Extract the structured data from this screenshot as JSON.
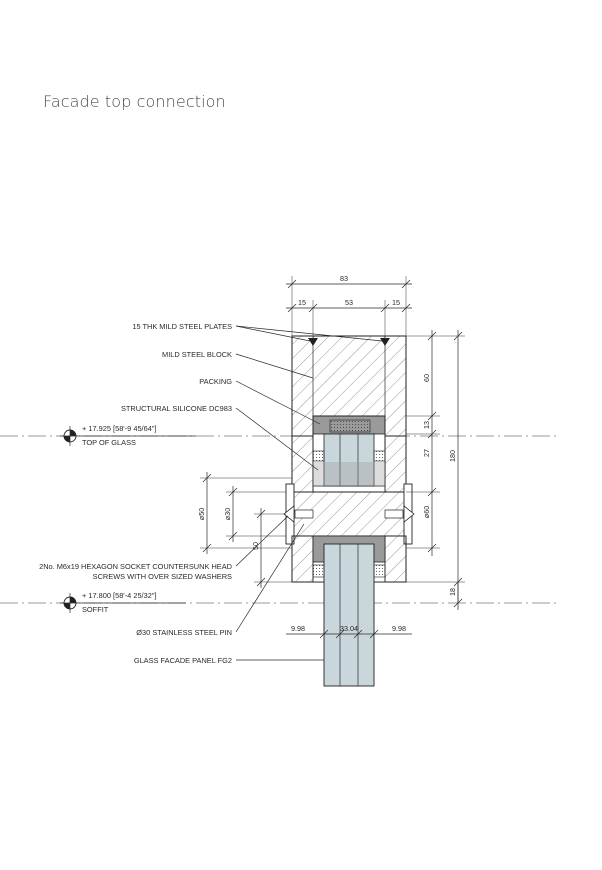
{
  "title": "Facade top connection",
  "annotations": {
    "plates": "15 THK MILD STEEL PLATES",
    "block": "MILD STEEL BLOCK",
    "packing": "PACKING",
    "silicone": "STRUCTURAL SILICONE DC983",
    "screws_line1": "2No. M6x19 HEXAGON SOCKET COUNTERSUNK HEAD",
    "screws_line2": "SCREWS WITH OVER SIZED WASHERS",
    "pin": "Ø30 STAINLESS STEEL PIN",
    "panel": "GLASS FACADE PANEL FG2"
  },
  "levels": {
    "top_value": "+ 17.925 [58'-9 45/64\"]",
    "top_label": "TOP OF GLASS",
    "soffit_value": "+ 17.800 [58'-4 25/32\"]",
    "soffit_label": "SOFFIT"
  },
  "dimensions": {
    "overall_width": "83",
    "left_plate": "15",
    "inner": "53",
    "right_plate": "15",
    "d60": "60",
    "d13": "13",
    "d27": "27",
    "d180": "180",
    "d18": "18",
    "dia60": "ø60",
    "dia50": "ø50",
    "dia30": "ø30",
    "d50": "50",
    "glass_left": "9.98",
    "glass_mid": "33.04",
    "glass_right": "9.98"
  },
  "colors": {
    "line": "#2a2a2a",
    "glass": "#c9d6dc",
    "packing": "#9a9a9a",
    "steel_fill": "#ffffff"
  }
}
